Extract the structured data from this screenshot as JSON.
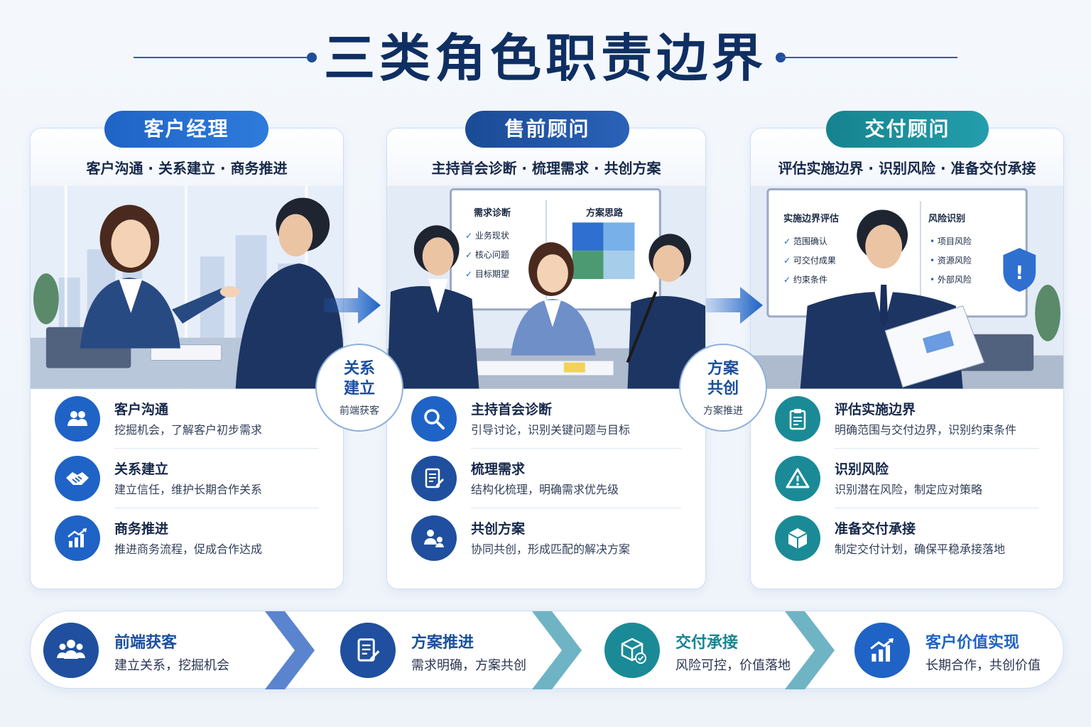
{
  "title": "三类角色职责边界",
  "colors": {
    "blue": "#1f63c6",
    "navy": "#1b4f9e",
    "teal": "#1b8a97",
    "title": "#0f2f62"
  },
  "roles": [
    {
      "tag": "客户经理",
      "subtitle": "客户沟通 · 关系建立 · 商务推进",
      "items": [
        {
          "icon": "users-icon",
          "title": "客户沟通",
          "desc": "挖掘机会，了解客户初步需求"
        },
        {
          "icon": "handshake-icon",
          "title": "关系建立",
          "desc": "建立信任，维护长期合作关系"
        },
        {
          "icon": "growth-chart-icon",
          "title": "商务推进",
          "desc": "推进商务流程，促成合作达成"
        }
      ]
    },
    {
      "tag": "售前顾问",
      "subtitle": "主持首会诊断 · 梳理需求 · 共创方案",
      "board": {
        "left_title": "需求诊断",
        "left_items": [
          "业务现状",
          "核心问题",
          "目标期望"
        ],
        "right_title": "方案思路"
      },
      "items": [
        {
          "icon": "search-icon",
          "title": "主持首会诊断",
          "desc": "引导讨论，识别关键问题与目标"
        },
        {
          "icon": "document-edit-icon",
          "title": "梳理需求",
          "desc": "结构化梳理，明确需求优先级"
        },
        {
          "icon": "team-icon",
          "title": "共创方案",
          "desc": "协同共创，形成匹配的解决方案"
        }
      ]
    },
    {
      "tag": "交付顾问",
      "subtitle": "评估实施边界 · 识别风险 · 准备交付承接",
      "board": {
        "left_title": "实施边界评估",
        "left_items": [
          "范围确认",
          "可交付成果",
          "约束条件"
        ],
        "right_title": "风险识别",
        "right_items": [
          "项目风险",
          "资源风险",
          "外部风险"
        ]
      },
      "items": [
        {
          "icon": "clipboard-icon",
          "title": "评估实施边界",
          "desc": "明确范围与交付边界，识别约束条件"
        },
        {
          "icon": "warning-icon",
          "title": "识别风险",
          "desc": "识别潜在风险，制定应对策略"
        },
        {
          "icon": "box-icon",
          "title": "准备交付承接",
          "desc": "制定交付计划，确保平稳承接落地"
        }
      ]
    }
  ],
  "connectors": [
    {
      "title_line1": "关系",
      "title_line2": "建立",
      "sub": "前端获客"
    },
    {
      "title_line1": "方案",
      "title_line2": "共创",
      "sub": "方案推进"
    }
  ],
  "flow": [
    {
      "icon": "users-icon",
      "title": "前端获客",
      "desc": "建立关系，挖掘机会"
    },
    {
      "icon": "document-edit-icon",
      "title": "方案推进",
      "desc": "需求明确，方案共创"
    },
    {
      "icon": "box-check-icon",
      "title": "交付承接",
      "desc": "风险可控，价值落地"
    },
    {
      "icon": "growth-chart-icon",
      "title": "客户价值实现",
      "desc": "长期合作，共创价值"
    }
  ]
}
